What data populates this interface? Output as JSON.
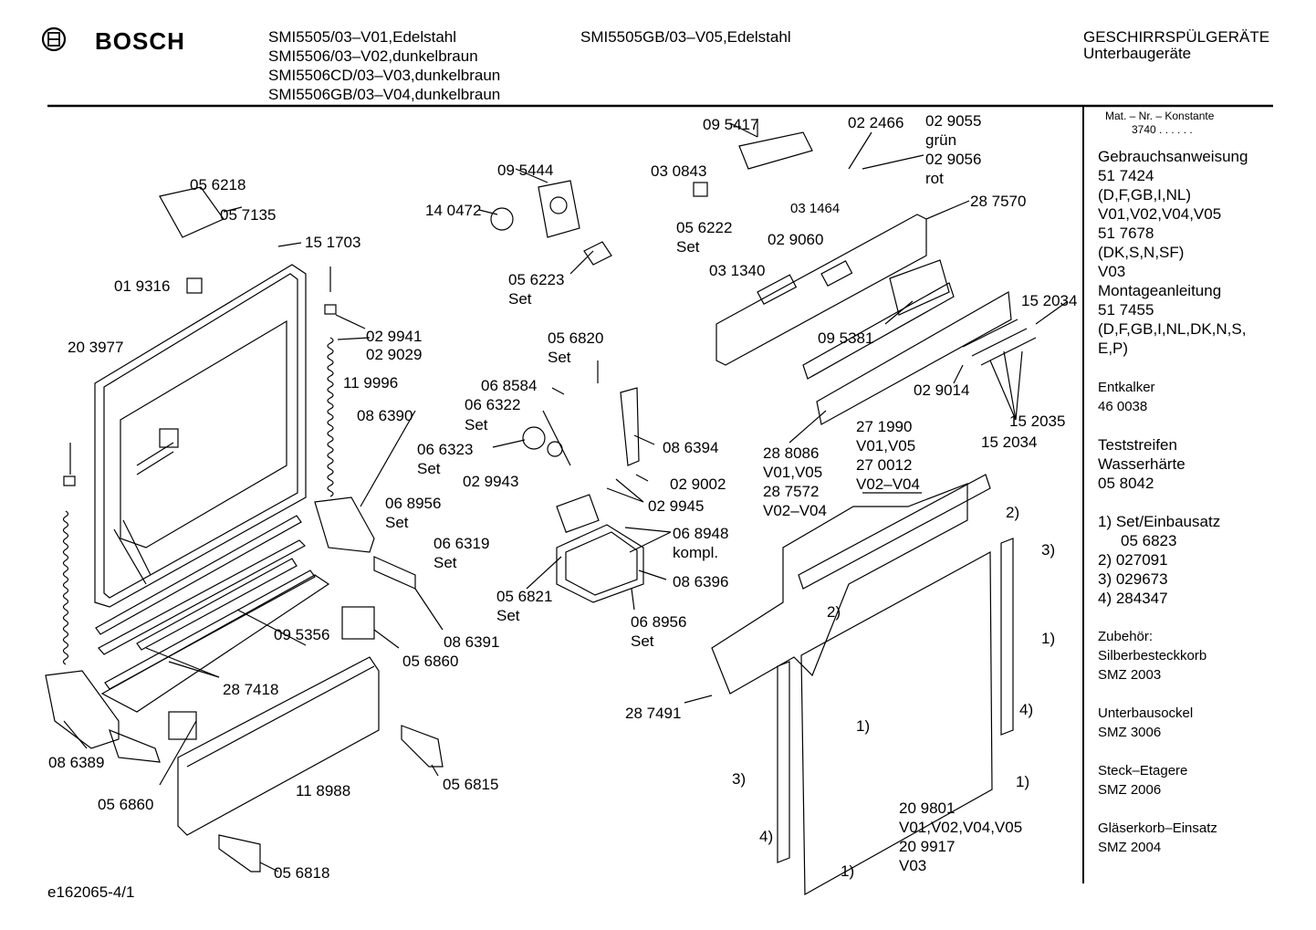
{
  "header": {
    "brand": "BOSCH",
    "models_col1": [
      "SMI5505/03–V01,Edelstahl",
      "SMI5506/03–V02,dunkelbraun",
      "SMI5506CD/03–V03,dunkelbraun",
      "SMI5506GB/03–V04,dunkelbraun"
    ],
    "models_col2": [
      "SMI5505GB/03–V05,Edelstahl"
    ],
    "category_line1": "GESCHIRRSPÜLGERÄTE",
    "category_line2": "Unterbaugeräte"
  },
  "sidebar": {
    "mat_header": "Mat. – Nr. – Konstante",
    "mat_value": "3740 . . . . . .",
    "manual_block": [
      "Gebrauchsanweisung",
      "51 7424",
      "(D,F,GB,I,NL)",
      "V01,V02,V04,V05",
      "51 7678",
      "(DK,S,N,SF)",
      "V03",
      "Montageanleitung",
      "51 7455",
      "(D,F,GB,I,NL,DK,N,S,",
      "E,P)"
    ],
    "entkalker": [
      "Entkalker",
      "46 0038"
    ],
    "teststreifen": [
      "Teststreifen",
      "Wasserhärte",
      "05 8042"
    ],
    "footnotes": [
      "1) Set/Einbausatz",
      "05 6823",
      "2) 027091",
      "3) 029673",
      "4) 284347"
    ],
    "zubehoer": [
      "Zubehör:",
      "Silberbesteckkorb",
      "SMZ 2003"
    ],
    "unterbausockel": [
      "Unterbausockel",
      "SMZ 3006"
    ],
    "steck": [
      "Steck–Etagere",
      "SMZ 2006"
    ],
    "glaeser": [
      "Gläserkorb–Einsatz",
      "SMZ 2004"
    ]
  },
  "footer": {
    "drawing_id": "e162065-4/1"
  },
  "labels": {
    "l056218": "05 6218",
    "l057135": "05 7135",
    "l151703": "15 1703",
    "l019316": "01 9316",
    "l203977": "20 3977",
    "l029941": "02 9941",
    "l029029": "02 9029",
    "l119996": "11 9996",
    "l086390": "08 6390",
    "l095356": "09 5356",
    "l287418": "28 7418",
    "l056860a": "05 6860",
    "l086391": "08 6391",
    "l086389": "08 6389",
    "l056860b": "05 6860",
    "l118988": "11 8988",
    "l056815": "05 6815",
    "l056818": "05 6818",
    "l095444": "09 5444",
    "l140472": "14 0472",
    "l056223": "05 6223",
    "l056223s": "Set",
    "l056820": "05 6820",
    "l056820s": "Set",
    "l068584": "06 8584",
    "l066322": "06 6322",
    "l066322s": "Set",
    "l066323": "06 6323",
    "l066323s": "Set",
    "l029943": "02 9943",
    "l068956a": "06 8956",
    "l068956as": "Set",
    "l066319": "06 6319",
    "l066319s": "Set",
    "l056821": "05 6821",
    "l056821s": "Set",
    "l068956b": "06 8956",
    "l068956bs": "Set",
    "l086394": "08 6394",
    "l029002": "02 9002",
    "l029945": "02 9945",
    "l068948": "06 8948",
    "l068948s": "kompl.",
    "l086396": "08 6396",
    "l095417": "09 5417",
    "l030843": "03 0843",
    "l022466": "02 2466",
    "l029055": "02 9055",
    "l029055g": "grün",
    "l029056": "02 9056",
    "l029056r": "rot",
    "l031464": "03 1464",
    "l287570": "28 7570",
    "l056222": "05 6222",
    "l056222s": "Set",
    "l029060": "02 9060",
    "l031340": "03 1340",
    "l095381": "09 5381",
    "l152034a": "15 2034",
    "l029014": "02 9014",
    "l152035": "15 2035",
    "l152034b": "15 2034",
    "l288086": "28 8086",
    "l288086v": "V01,V05",
    "l287572": "28 7572",
    "l287572v": "V02–V04",
    "l271990": "27 1990",
    "l271990v": "V01,V05",
    "l270012": "27 0012",
    "l270012v": "V02–V04",
    "l287491": "28 7491",
    "l209801": "20 9801",
    "l209801v": "V01,V02,V04,V05",
    "l209917": "20 9917",
    "l209917v": "V03",
    "fn2a": "2)",
    "fn2b": "2)",
    "fn3a": "3)",
    "fn3b": "3)",
    "fn1a": "1)",
    "fn1b": "1)",
    "fn1c": "1)",
    "fn1d": "1)",
    "fn4a": "4)",
    "fn4b": "4)"
  }
}
